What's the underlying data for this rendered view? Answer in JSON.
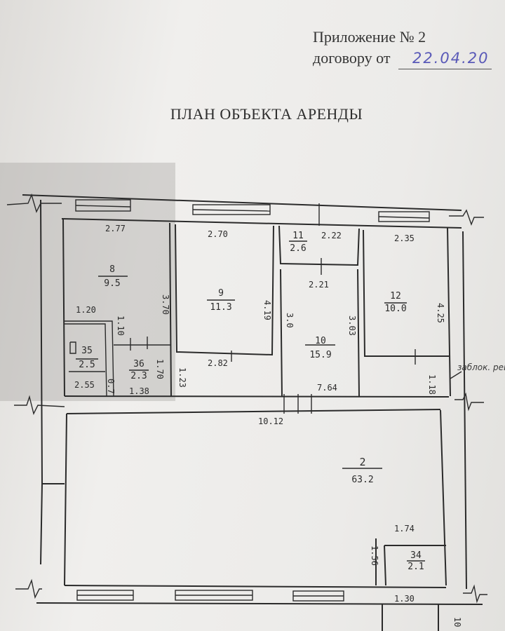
{
  "header": {
    "appendix": "Приложение № 2",
    "contract_prefix": "договору от",
    "contract_date": "22.04.20"
  },
  "title": "ПЛАН ОБЪЕКТА АРЕНДЫ",
  "rooms": {
    "r8": {
      "num": "8",
      "area": "9.5"
    },
    "r9": {
      "num": "9",
      "area": "11.3"
    },
    "r10": {
      "num": "10",
      "area": "15.9"
    },
    "r11": {
      "num": "11",
      "area": "2.6"
    },
    "r12": {
      "num": "12",
      "area": "10.0"
    },
    "r2": {
      "num": "2",
      "area": "63.2"
    },
    "r34": {
      "num": "34",
      "area": "2.1"
    },
    "r35": {
      "num": "35",
      "area": "2.5"
    },
    "r36": {
      "num": "36",
      "area": "2.3"
    }
  },
  "dims": {
    "d1": "2.77",
    "d2": "2.70",
    "d3": "2.22",
    "d4": "2.35",
    "d5": "3.70",
    "d6": "4.19",
    "d7": "2.21",
    "d8": "3.0",
    "d9": "3.03",
    "d10": "4.25",
    "d11": "1.20",
    "d12": "2.82",
    "d13": "1.70",
    "d14": "1.23",
    "d15": "1.38",
    "d16": "7.64",
    "d17": "1.18",
    "d18": "10.12",
    "d19": "1.74",
    "d20": "1.56",
    "d21": "1.30",
    "d22": "2.55",
    "d23": "1.10",
    "d24": "0.7",
    "d25": "10"
  },
  "note": "заблок. реш"
}
